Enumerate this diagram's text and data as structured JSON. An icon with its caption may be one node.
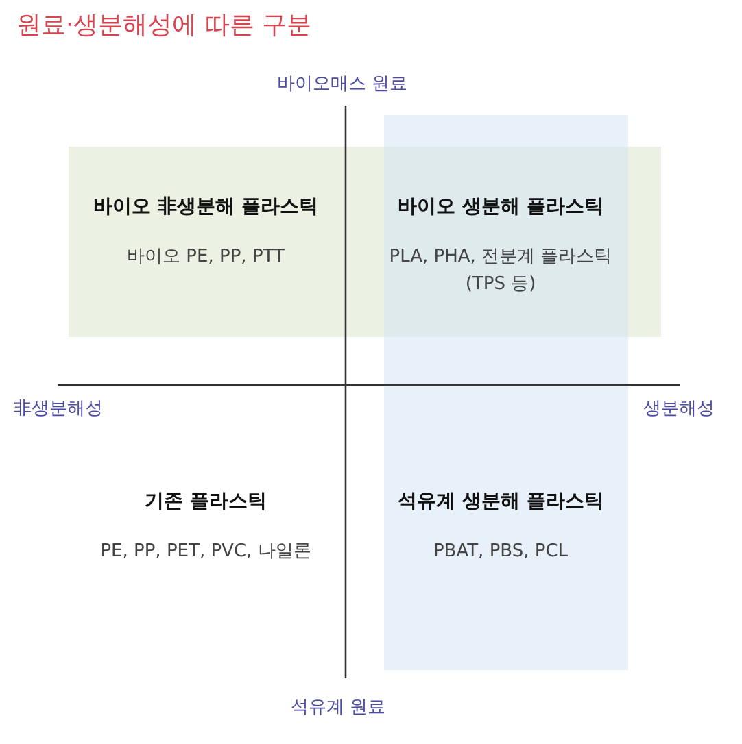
{
  "diagram": {
    "title": "원료·생분해성에 따른 구분",
    "nodes": [
      {
        "text": [
          "바이오 非생분해 플라스틱",
          "바이오 PE, PP, PTT"
        ]
      },
      {
        "text": [
          "바이오 생분해 플라스틱",
          "PLA, PHA, 전분계 플라스틱 (TPS 등)"
        ]
      },
      {
        "text": [
          "기존 플라스틱",
          "PE, PP, PET, PVC, 나일론"
        ]
      },
      {
        "text": [
          "석유계 생분해 플라스틱",
          "PBAT, PBS, PCL"
        ]
      }
    ],
    "labels": [
      "바이오매스 원료",
      "非생분해성",
      "생분해성",
      "석유계 원료"
    ]
  }
}
